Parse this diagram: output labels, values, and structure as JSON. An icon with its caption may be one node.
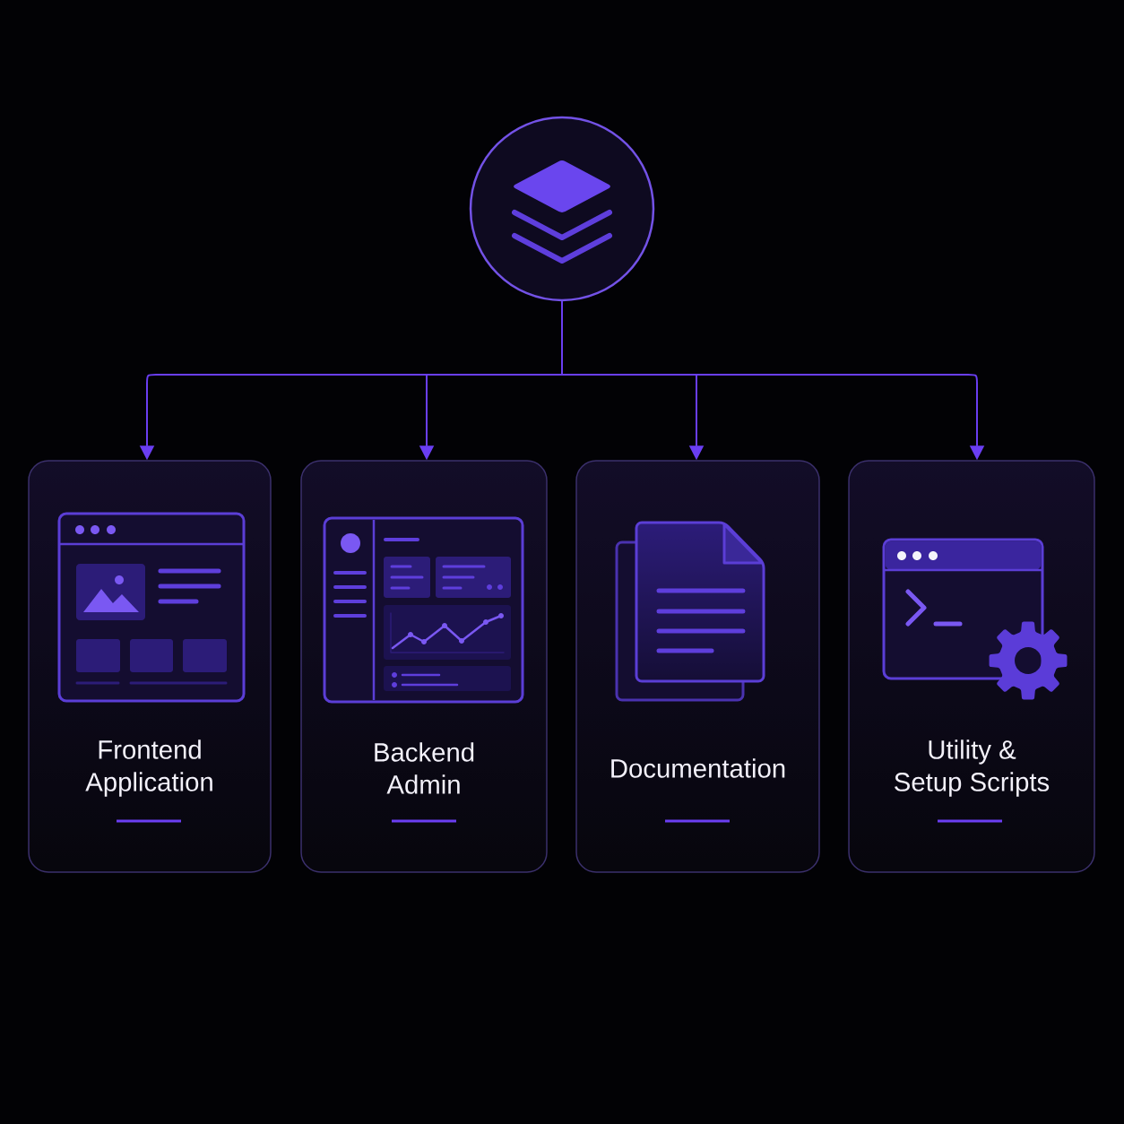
{
  "diagram": {
    "nodes": [
      {
        "text": [],
        "shape": "circle"
      },
      {
        "text": [
          "Frontend Application"
        ]
      },
      {
        "text": [
          "Backend Admin"
        ]
      },
      {
        "text": [
          "Documentation"
        ]
      },
      {
        "text": [
          "Utility & Setup Scripts"
        ]
      }
    ],
    "edges": [
      {
        "from": 0,
        "to": 1,
        "arrow": "to"
      },
      {
        "from": 0,
        "to": 2,
        "arrow": "to"
      },
      {
        "from": 0,
        "to": 3,
        "arrow": "to"
      },
      {
        "from": 0,
        "to": 4,
        "arrow": "to"
      }
    ]
  }
}
